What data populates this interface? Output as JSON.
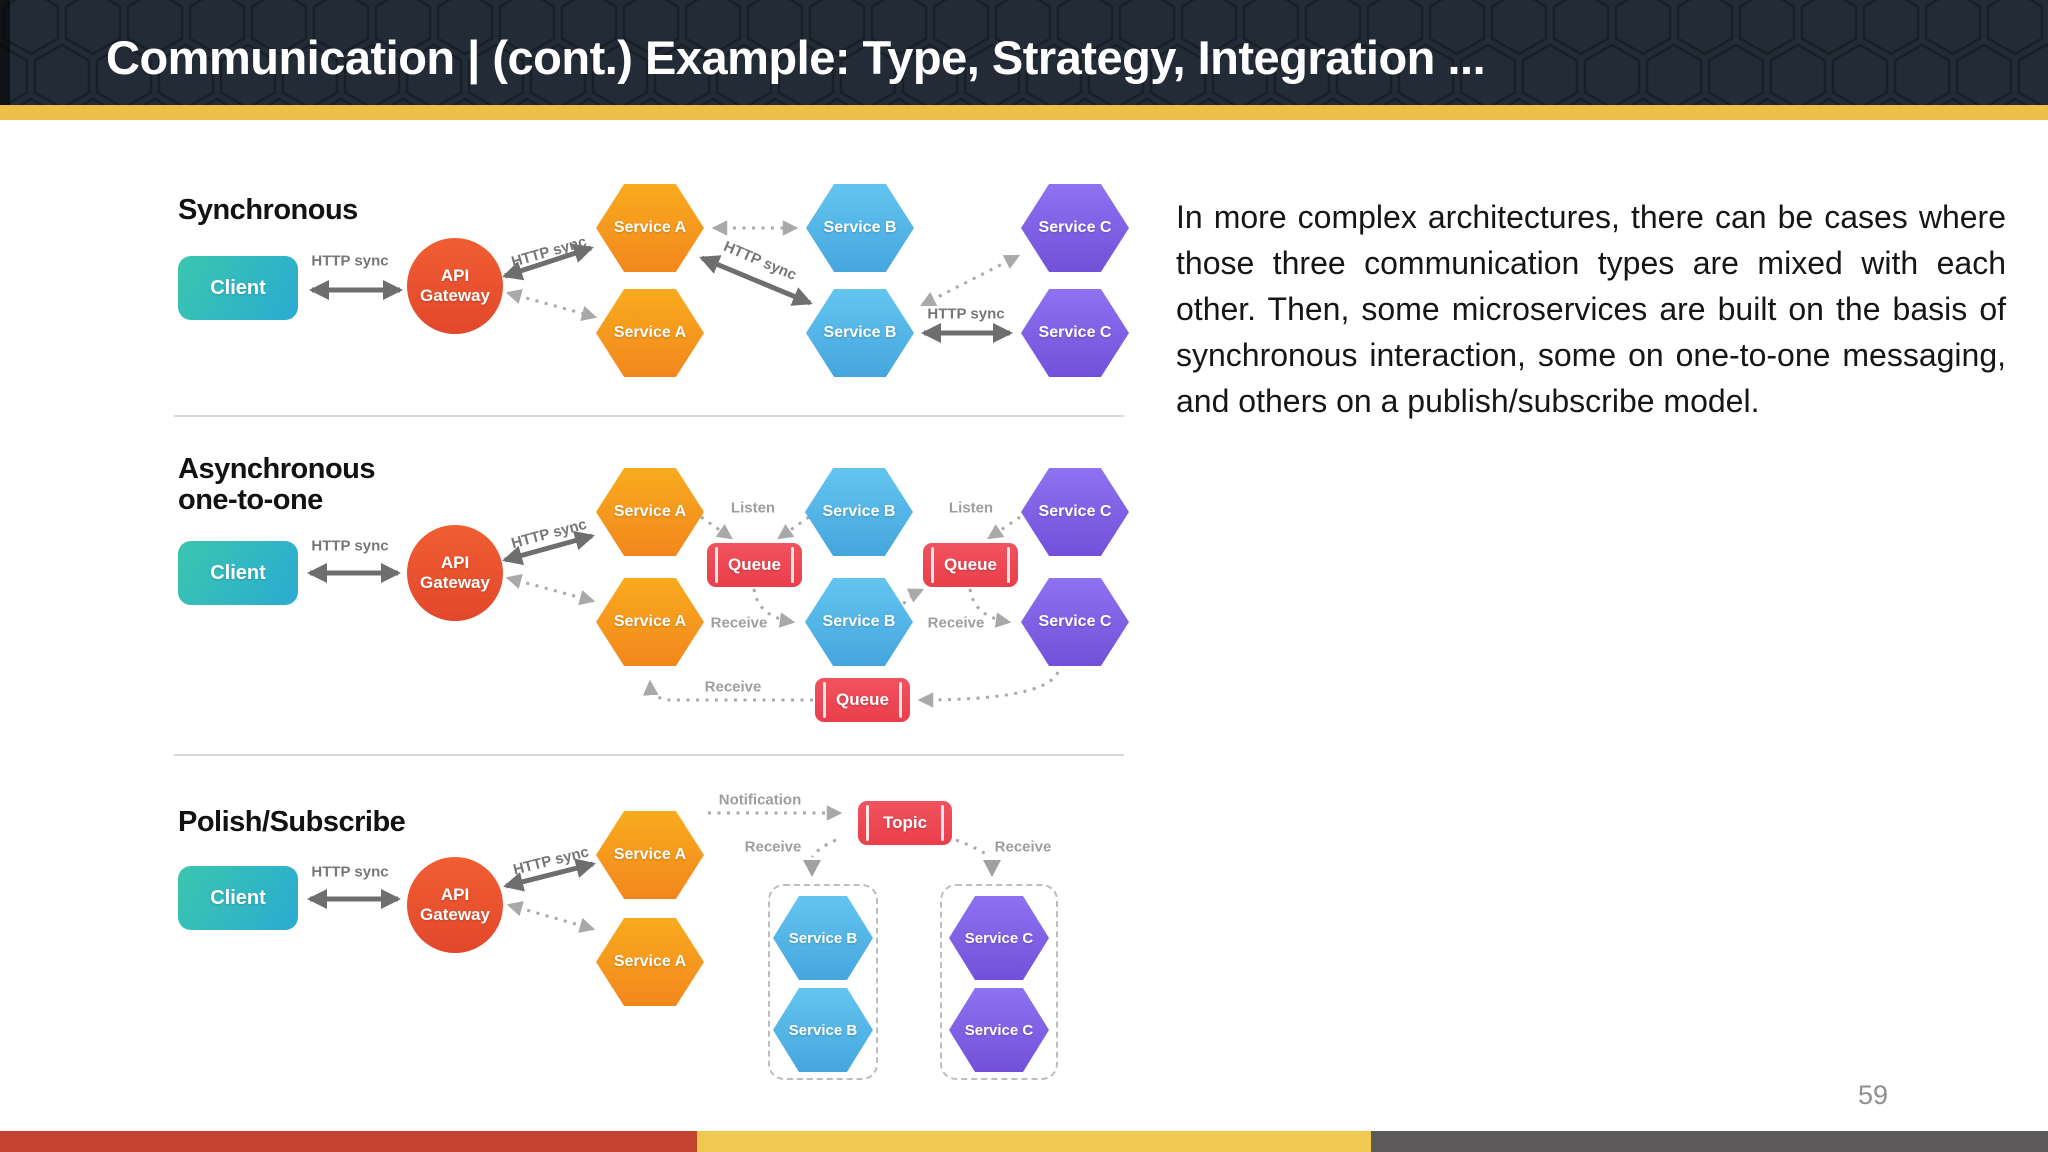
{
  "header": {
    "title": "Communication | (cont.) Example: Type, Strategy, Integration ..."
  },
  "sections": {
    "synchronous": {
      "heading": "Synchronous"
    },
    "asynchronous": {
      "heading_line1": "Asynchronous",
      "heading_line2": "one-to-one"
    },
    "pubsub": {
      "heading": "Polish/Subscribe"
    }
  },
  "nodes": {
    "client": "Client",
    "api_gateway": "API Gateway",
    "service_a": "Service A",
    "service_b": "Service B",
    "service_c": "Service C",
    "queue": "Queue",
    "topic": "Topic"
  },
  "edge_labels": {
    "http_sync": "HTTP sync",
    "listen": "Listen",
    "receive": "Receive",
    "notification": "Notification"
  },
  "paragraph": "In more complex architectures, there can be cases where those three communication types are mixed with each other. Then, some microservices are built on the basis of synchronous interaction, some on one-to-one messaging, and others on a publish/subscribe model.",
  "page_number": "59",
  "colors": {
    "header_bg": "#232c36",
    "accent_yellow": "#edc04c",
    "client_teal": "#30bfc0",
    "gateway_orange": "#e94e2d",
    "service_a_orange": "#f6991f",
    "service_b_blue": "#55bceb",
    "service_c_purple": "#7f63ea",
    "queue_red": "#ee4653",
    "footer_red": "#c4432e",
    "footer_yellow": "#f0c951",
    "footer_gray": "#5c595a"
  }
}
